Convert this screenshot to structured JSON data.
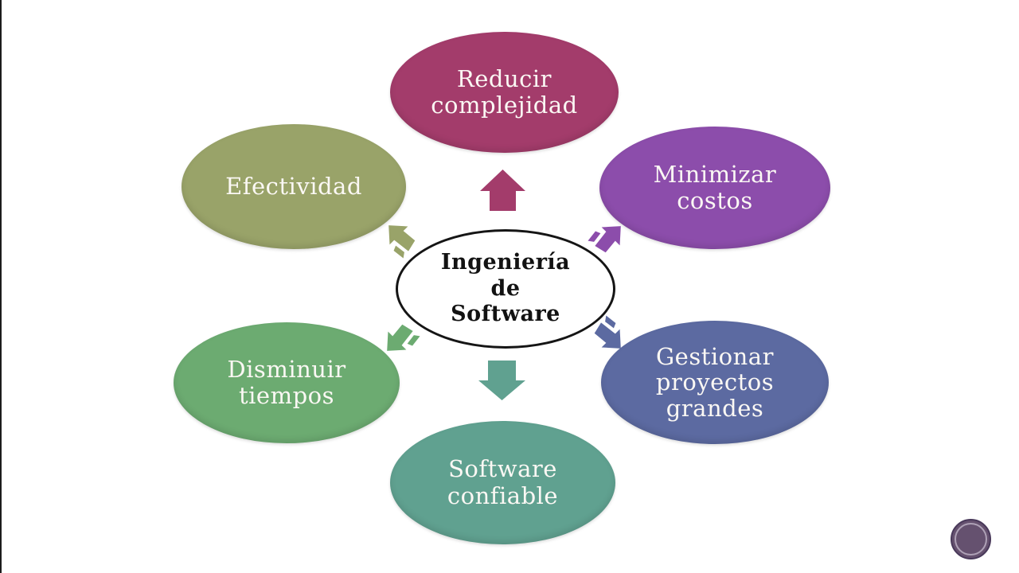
{
  "slide": {
    "title": "Ingeniería de Software",
    "background": "#ffffff",
    "center_node": {
      "label": "Ingeniería\nde\nSoftware",
      "fill": "#ffffff",
      "border_color": "#151515",
      "text_color": "#121212"
    },
    "nodes": [
      {
        "id": "reducir-complejidad",
        "label": "Reducir\ncomplejidad",
        "color": "#a33c6b"
      },
      {
        "id": "efectividad",
        "label": "Efectividad",
        "color": "#99a369"
      },
      {
        "id": "minimizar-costos",
        "label": "Minimizar\ncostos",
        "color": "#8c4dab"
      },
      {
        "id": "disminuir-tiempos",
        "label": "Disminuir\ntiempos",
        "color": "#6cab71"
      },
      {
        "id": "gestionar-proyectos-grandes",
        "label": "Gestionar\nproyectos\ngrandes",
        "color": "#5c6aa1"
      },
      {
        "id": "software-confiable",
        "label": "Software\nconfiable",
        "color": "#60a190"
      }
    ],
    "arrows": [
      {
        "id": "arrow-up",
        "direction": "up",
        "color": "#a33c6b"
      },
      {
        "id": "arrow-up-left",
        "direction": "up-left",
        "color": "#99a369"
      },
      {
        "id": "arrow-up-right",
        "direction": "up-right",
        "color": "#8c4dab"
      },
      {
        "id": "arrow-down-left",
        "direction": "down-left",
        "color": "#6cab71"
      },
      {
        "id": "arrow-down-right",
        "direction": "down-right",
        "color": "#5c6aa1"
      },
      {
        "id": "arrow-down",
        "direction": "down",
        "color": "#60a190"
      }
    ],
    "watermark": {
      "shape": "circle",
      "color": "#65516f"
    },
    "node_text_color": "#fbf8f4"
  }
}
